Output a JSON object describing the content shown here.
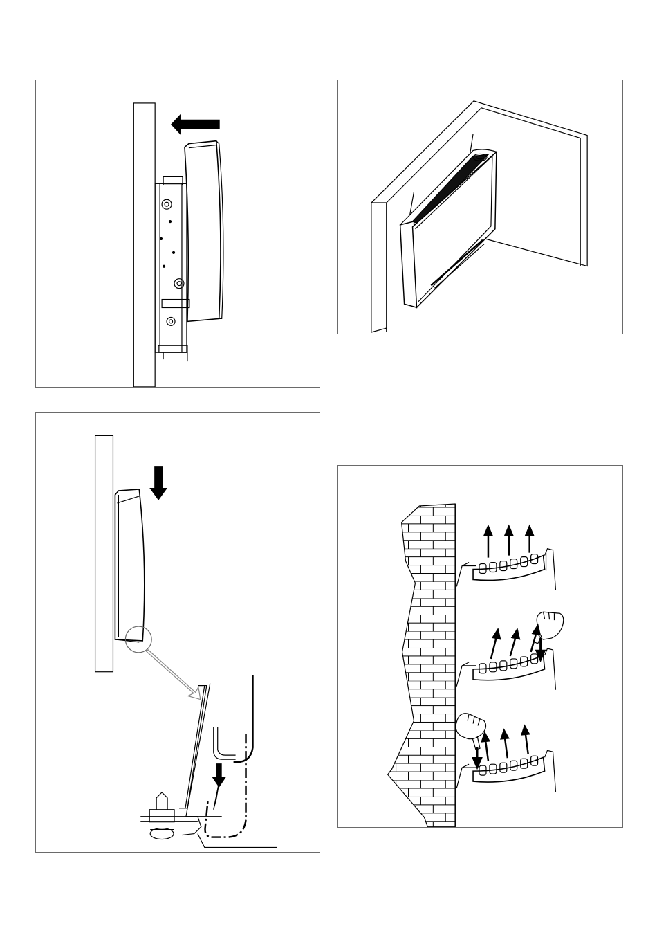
{
  "page": {
    "figures": [
      {
        "id": "fig1",
        "content": "unit-pushed-toward-wall"
      },
      {
        "id": "fig2",
        "content": "unit-mounted-on-wall"
      },
      {
        "id": "fig3",
        "content": "unit-lowered-onto-bracket"
      },
      {
        "id": "fig4",
        "content": "louver-adjustment"
      }
    ]
  }
}
